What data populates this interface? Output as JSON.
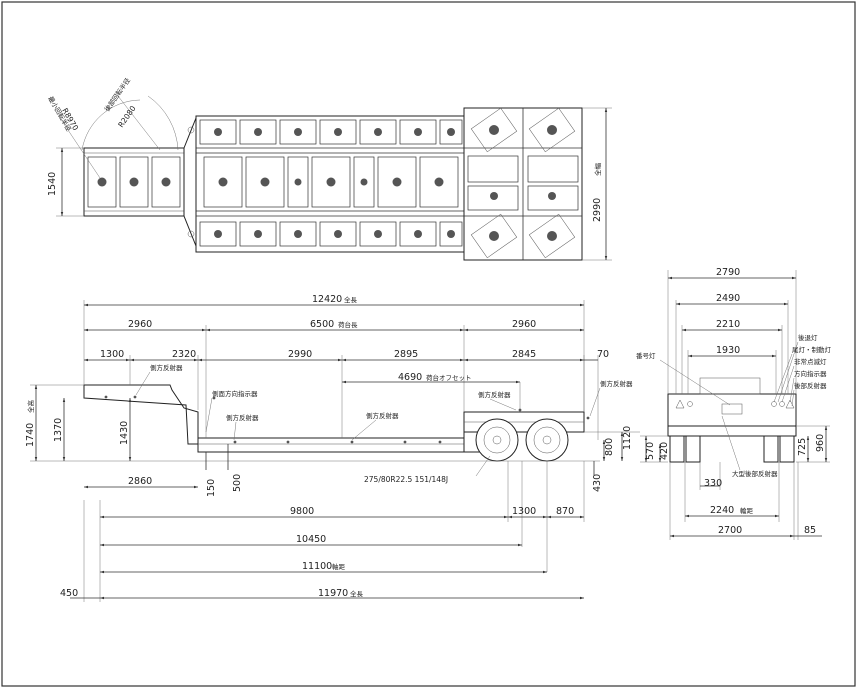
{
  "plan_view": {
    "turn_radius": "最小回転半径",
    "turn_radius_value": "R8970",
    "rear_turn_radius": "後部回転半径",
    "rear_turn_radius_value": "R2080",
    "dim_left_height": "1540",
    "dim_width": "2990",
    "width_label": "全幅"
  },
  "side_view": {
    "overall_length": "12420",
    "overall_length_label": "全長",
    "front_section": "2960",
    "deck_length": "6500",
    "deck_length_label": "荷台長",
    "rear_section": "2960",
    "d1300": "1300",
    "d2320": "2320",
    "d2990": "2990",
    "d2895": "2895",
    "d2845": "2845",
    "d70": "70",
    "offset_value": "4690",
    "offset_label": "荷台オフセット",
    "height_total": "1740",
    "height_label": "全高",
    "height_1370": "1370",
    "height_1430": "1430",
    "d150": "150",
    "d500": "500",
    "d2860": "2860",
    "d430": "430",
    "d800": "800",
    "d1120": "1120",
    "tire_spec": "275/80R22.5  151/148J",
    "bottom_9800": "9800",
    "bottom_1300": "1300",
    "bottom_870": "870",
    "bottom_10450": "10450",
    "bottom_11100": "11100",
    "wheelbase_label": "軸距",
    "bottom_450": "450",
    "bottom_11970": "11970",
    "bottom_total_label": "全長",
    "labels": {
      "side_reflector_1": "側方反射器",
      "side_turn_signal": "側面方向指示器",
      "side_reflector_2": "側方反射器",
      "side_reflector_3": "側方反射器",
      "side_reflector_4": "側方反射器",
      "side_reflector_5": "側方反射器"
    }
  },
  "rear_view": {
    "w2790": "2790",
    "w2490": "2490",
    "w2210": "2210",
    "w1930": "1930",
    "h570": "570",
    "h420": "420",
    "h725": "725",
    "h960": "960",
    "w330": "330",
    "track": "2240",
    "track_label": "輪距",
    "w2700": "2700",
    "w85": "85",
    "labels": {
      "plate_lamp": "番号灯",
      "tail_lamp": "後退灯",
      "stop_lamp": "尾灯・制動灯",
      "hazard": "非常点滅灯",
      "turn": "方向指示器",
      "rear_reflector": "後部反射器",
      "big_reflector": "大型後部反射器"
    }
  }
}
